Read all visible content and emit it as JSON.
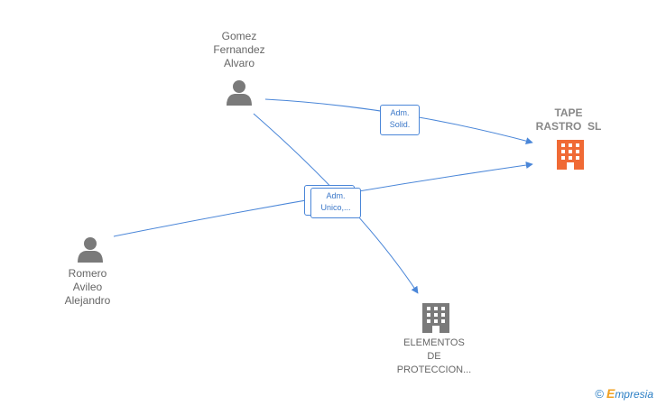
{
  "nodes": {
    "person_gomez": {
      "label_lines": [
        "Gomez",
        "Fernandez",
        "Alvaro"
      ]
    },
    "person_romero": {
      "label_lines": [
        "Romero",
        "Avileo",
        "Alejandro"
      ]
    },
    "company_tape": {
      "label_lines": [
        "TAPE",
        "RASTRO  SL"
      ]
    },
    "company_elementos": {
      "label_lines": [
        "ELEMENTOS",
        "DE",
        "PROTECCION..."
      ]
    }
  },
  "edges": {
    "gomez_tape": {
      "label_lines": [
        "Adm.",
        "Solid."
      ]
    },
    "romero_tape": {
      "label_lines": [
        "Adm.",
        "Unico,..."
      ]
    }
  },
  "colors": {
    "edge": "#4a86d8",
    "person_icon": "#7a7a7a",
    "main_company_icon": "#f06a35",
    "company_icon": "#7a7a7a"
  },
  "watermark": {
    "copyright": "©",
    "brand_first": "E",
    "brand_rest": "mpresia"
  }
}
